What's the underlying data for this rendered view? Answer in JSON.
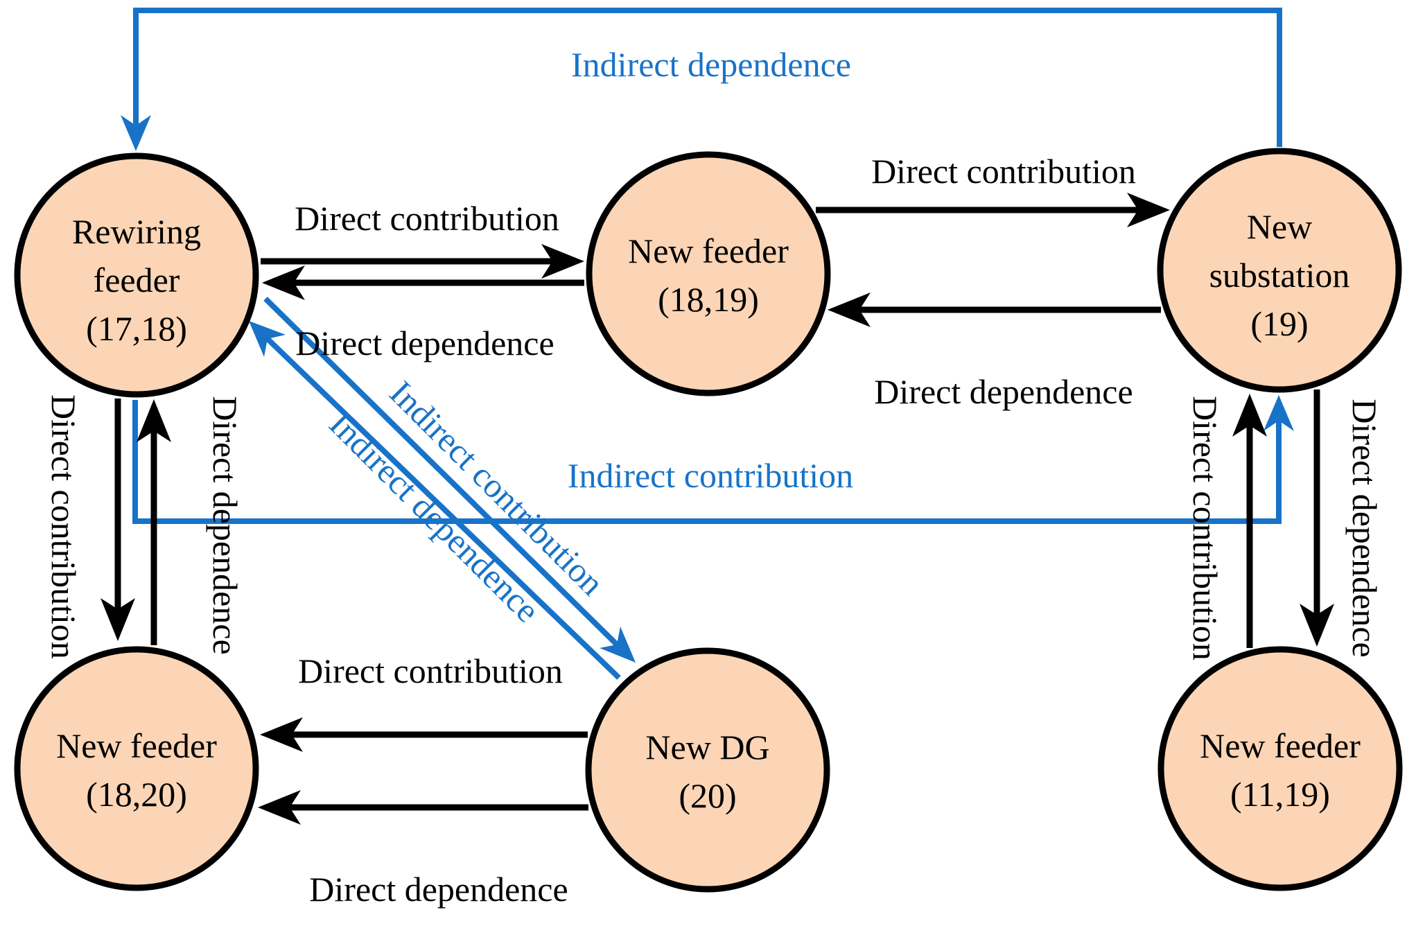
{
  "figure": {
    "type": "dependency-contribution-diagram",
    "colors": {
      "node_fill": "#FBD5B5",
      "node_stroke": "#000000",
      "arrow_black": "#000000",
      "arrow_blue": "#1873C8",
      "background": "#FFFFFF"
    },
    "nodes": {
      "rewiring_feeder": {
        "lines": [
          "Rewiring",
          "feeder",
          "(17,18)"
        ]
      },
      "new_feeder_18_19": {
        "lines": [
          "New feeder",
          "(18,19)"
        ]
      },
      "new_substation": {
        "lines": [
          "New",
          "substation",
          "(19)"
        ]
      },
      "new_feeder_18_20": {
        "lines": [
          "New feeder",
          "(18,20)"
        ]
      },
      "new_dg": {
        "lines": [
          "New DG",
          "(20)"
        ]
      },
      "new_feeder_11_19": {
        "lines": [
          "New feeder",
          "(11,19)"
        ]
      }
    },
    "edge_labels": {
      "indirect_dependence_top": "Indirect dependence",
      "indirect_contribution_mid": "Indirect contribution",
      "indirect_contribution_diag": "Indirect contribution",
      "indirect_dependence_diag": "Indirect dependence",
      "direct_contribution_n1_n2": "Direct contribution",
      "direct_dependence_n2_n1": "Direct dependence",
      "direct_contribution_n2_n3": "Direct contribution",
      "direct_dependence_n3_n2": "Direct dependence",
      "direct_contribution_left_col": "Direct contribution",
      "direct_dependence_left_col": "Direct dependence",
      "direct_contribution_n5_n4": "Direct contribution",
      "direct_dependence_n5_n4": "Direct dependence",
      "direct_contribution_right_col": "Direct contribution",
      "direct_dependence_right_col": "Direct dependence"
    }
  }
}
